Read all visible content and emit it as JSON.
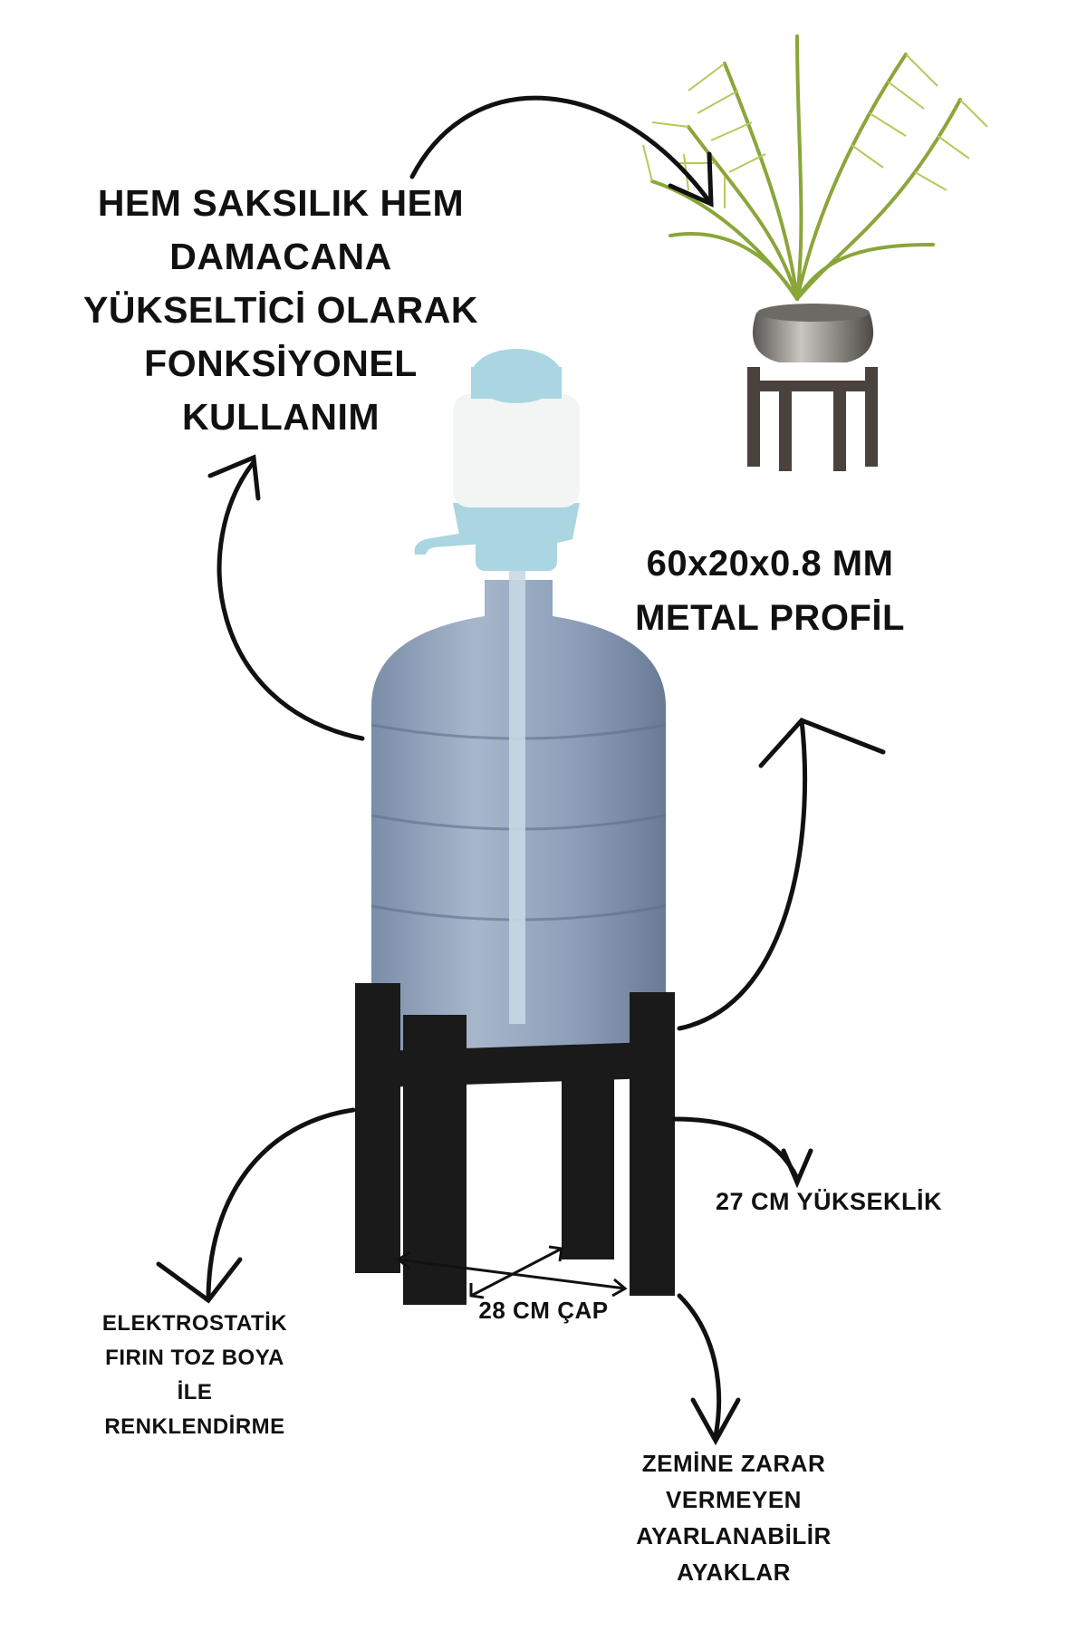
{
  "headline": "HEM SAKSILIK HEM\nDAMACANA\nYÜKSELTİCİ OLARAK\nFONKSİYONEL\nKULLANIM",
  "profile": "60x20x0.8 MM\nMETAL PROFİL",
  "height": "27 CM YÜKSEKLİK",
  "diameter": "28 CM ÇAP",
  "paint": "ELEKTROSTATİK\nFIRIN TOZ BOYA\nİLE\nRENKLENDİRME",
  "feet": "ZEMİNE ZARAR\nVERMEYEN\nAYARLANABİLİR\nAYAKLAR",
  "colors": {
    "stand": "#1a1a1a",
    "bottle": "#7f93ae",
    "pump": "#a9d6e0",
    "plant": "#8fae3c",
    "pot": "#8c8a86",
    "plant_stand": "#4a423c"
  }
}
